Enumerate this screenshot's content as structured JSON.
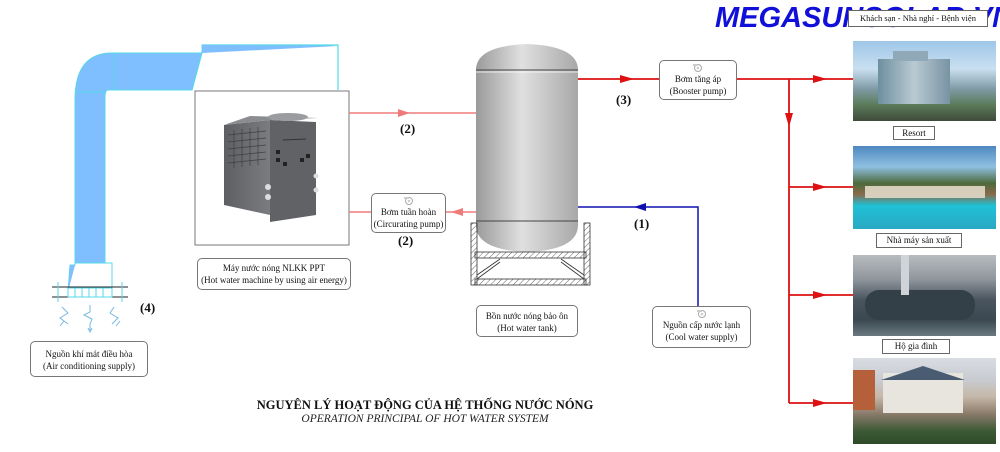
{
  "brand": "MEGASUNSOLAR.VN",
  "title": "NGUYÊN LÝ HOẠT ĐỘNG CỦA HỆ THỐNG NƯỚC NÓNG",
  "subtitle": "OPERATION PRINCIPAL OF HOT WATER SYSTEM",
  "colors": {
    "hot_pipe": "#dd1111",
    "warm_pipe": "#f07a7a",
    "cold_pipe": "#1010b0",
    "air_duct": "#7fbfff",
    "brand": "#1010d8"
  },
  "components": {
    "heat_pump": {
      "line1": "Máy nước nóng NLKK PPT",
      "line2": "(Hot water machine by using air energy)",
      "icon": "heat-pump-unit-image"
    },
    "circulating_pump": {
      "line1": "Bơm tuần hoàn",
      "line2": "(Circurating pump)",
      "icon": "pump-icon"
    },
    "hot_water_tank": {
      "line1": "Bồn nước nóng bảo ôn",
      "line2": "(Hot water tank)",
      "icon": "tank-icon"
    },
    "booster_pump": {
      "line1": "Bơm tăng áp",
      "line2": "(Booster pump)",
      "icon": "pump-icon"
    },
    "cool_water_supply": {
      "line1": "Nguồn cấp nước lạnh",
      "line2": "(Cool water supply)",
      "icon": "pump-icon"
    },
    "air_conditioning_supply": {
      "line1": "Nguồn khí mát điều hòa",
      "line2": "(Air conditioning supply)",
      "icon": "fan-icon"
    }
  },
  "flow_numbers": {
    "cold_in": "(1)",
    "hot_from_pump": "(2)",
    "circulation": "(2)",
    "hot_out": "(3)",
    "air": "(4)"
  },
  "consumers": [
    {
      "label": "Khách sạn - Nhà nghỉ - Bệnh viện",
      "image": "hotel-building-photo"
    },
    {
      "label": "Resort",
      "image": "resort-pool-photo"
    },
    {
      "label": "Nhà máy sản xuất",
      "image": "factory-boiler-photo"
    },
    {
      "label": "Hộ gia đình",
      "image": "family-house-photo"
    }
  ]
}
